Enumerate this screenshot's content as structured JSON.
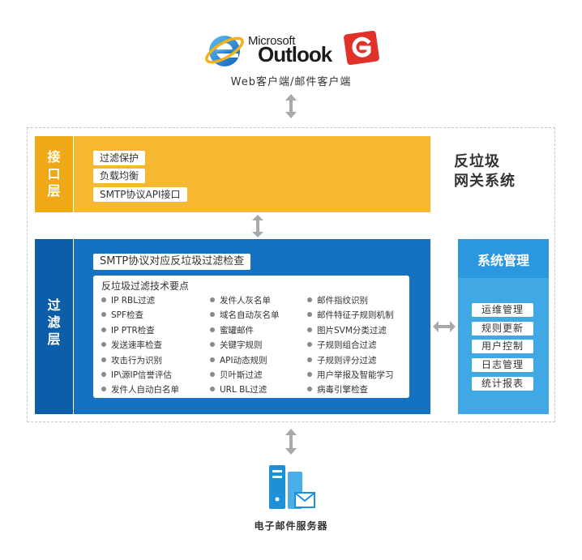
{
  "top": {
    "microsoft_text": "Microsoft",
    "outlook_text": "Outlook",
    "client_label": "Web客户端/邮件客户端"
  },
  "gateway": {
    "title_line1": "反垃圾",
    "title_line2": "网关系统"
  },
  "interface_layer": {
    "title": [
      "接",
      "口",
      "层"
    ],
    "items": [
      "过滤保护",
      "负载均衡",
      "SMTP协议API接口"
    ]
  },
  "filter_layer": {
    "title": [
      "过",
      "滤",
      "层"
    ],
    "smtp_check": "SMTP协议对应反垃圾过滤检查",
    "tech_title": "反垃圾过滤技术要点",
    "columns": [
      [
        "IP RBL过滤",
        "SPF检查",
        "IP PTR检查",
        "发送速率检查",
        "攻击行为识别",
        "IP\\源IP信誉评估",
        "发件人自动白名单"
      ],
      [
        "发件人灰名单",
        "域名自动灰名单",
        "蜜罐邮件",
        "关键字规则",
        "API动态规则",
        "贝叶斯过滤",
        "URL BL过滤"
      ],
      [
        "邮件指纹识别",
        "邮件特征子规则机制",
        "图片SVM分类过滤",
        "子规则组合过滤",
        "子规则评分过滤",
        "用户举报及智能学习",
        "病毒引擎检查"
      ]
    ]
  },
  "management": {
    "title": "系统管理",
    "items": [
      "运维管理",
      "规则更新",
      "用户控制",
      "日志管理",
      "统计报表"
    ]
  },
  "server": {
    "label": "电子邮件服务器"
  },
  "colors": {
    "interface_bg": "#f5b830",
    "interface_side": "#f0a916",
    "filter_bg": "#1571c1",
    "filter_side": "#0c5ea9",
    "mgmt_bg": "#41a8e6",
    "arrow": "#a9a9a9"
  }
}
